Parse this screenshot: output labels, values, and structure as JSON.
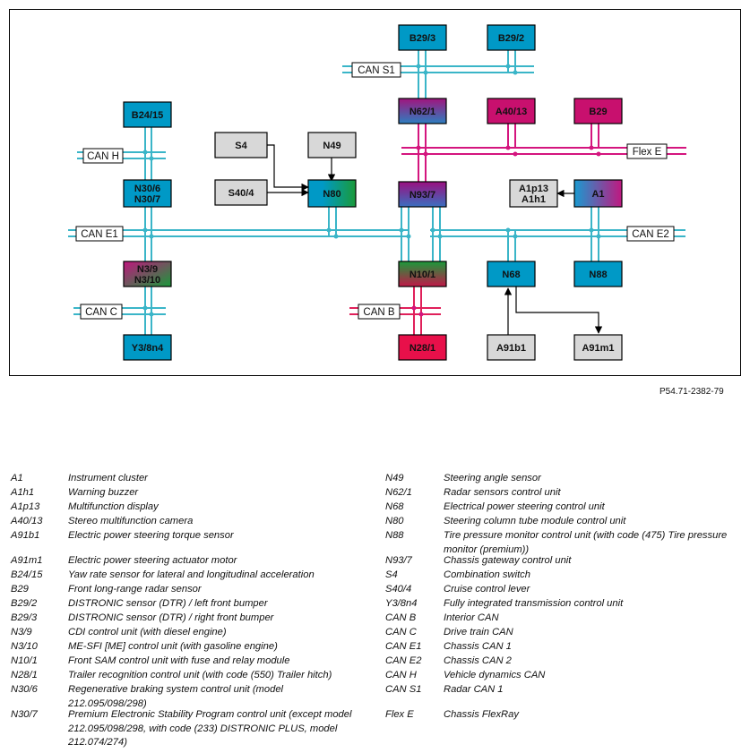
{
  "nodes": {
    "b293": "B29/3",
    "b292": "B29/2",
    "b2415": "B24/15",
    "s4": "S4",
    "n49": "N49",
    "s404": "S40/4",
    "n80": "N80",
    "n306": "N30/6",
    "n307": "N30/7",
    "n621": "N62/1",
    "a4013": "A40/13",
    "b29": "B29",
    "n937": "N93/7",
    "a1p13": "A1p13",
    "a1h1": "A1h1",
    "a1": "A1",
    "n39": "N3/9",
    "n310": "N3/10",
    "n101": "N10/1",
    "n68": "N68",
    "n88": "N88",
    "y38n4": "Y3/8n4",
    "n281": "N28/1",
    "a91b1": "A91b1",
    "a91m1": "A91m1"
  },
  "bus_labels": {
    "can_s1": "CAN S1",
    "can_h": "CAN H",
    "flex_e": "Flex E",
    "can_e1": "CAN E1",
    "can_e2": "CAN E2",
    "can_c": "CAN C",
    "can_b": "CAN B"
  },
  "colors": {
    "can_line": "#3ab5c8",
    "flexray_line": "#d4157e",
    "can_b_line": "#e0205a",
    "box_blue": "#0099c6",
    "box_magenta": "#c8106e",
    "box_red": "#e8104a",
    "box_purple": "#8a2a8c",
    "box_green": "#1a9a3a",
    "box_gray": "#d8d8d8"
  },
  "reference": "P54.71-2382-79",
  "legend_left": [
    {
      "code": "A1",
      "desc": "Instrument cluster"
    },
    {
      "code": "A1h1",
      "desc": "Warning buzzer"
    },
    {
      "code": "A1p13",
      "desc": "Multifunction display"
    },
    {
      "code": "A40/13",
      "desc": "Stereo multifunction camera"
    },
    {
      "code": "A91b1",
      "desc": "Electric power steering torque sensor"
    },
    {
      "code": "A91m1",
      "desc": "Electric power steering actuator motor"
    },
    {
      "code": "B24/15",
      "desc": "Yaw rate sensor for lateral and longitudinal acceleration"
    },
    {
      "code": "B29",
      "desc": "Front long-range radar sensor"
    },
    {
      "code": "B29/2",
      "desc": "DISTRONIC sensor (DTR) / left front bumper"
    },
    {
      "code": "B29/3",
      "desc": "DISTRONIC sensor (DTR) / right front bumper"
    },
    {
      "code": "N3/9",
      "desc": "CDI control unit (with diesel engine)"
    },
    {
      "code": "N3/10",
      "desc": "ME-SFI [ME] control unit (with gasoline engine)"
    },
    {
      "code": "N10/1",
      "desc": "Front SAM control unit with fuse and relay module"
    },
    {
      "code": "N28/1",
      "desc": "Trailer recognition control unit (with code (550) Trailer hitch)"
    },
    {
      "code": "N30/6",
      "desc": "Regenerative braking system control unit (model 212.095/098/298)"
    },
    {
      "code": "N30/7",
      "desc": "Premium Electronic Stability Program control unit (except model 212.095/098/298, with code (233) DISTRONIC PLUS, model 212.074/274)"
    }
  ],
  "legend_right": [
    {
      "code": "N49",
      "desc": "Steering angle sensor"
    },
    {
      "code": "N62/1",
      "desc": "Radar sensors control unit"
    },
    {
      "code": "N68",
      "desc": "Electrical power steering control unit"
    },
    {
      "code": "N80",
      "desc": "Steering column tube module control unit"
    },
    {
      "code": "N88",
      "desc": "Tire pressure monitor control unit (with code (475) Tire pressure monitor (premium))"
    },
    {
      "code": "N93/7",
      "desc": "Chassis gateway control unit"
    },
    {
      "code": "S4",
      "desc": "Combination switch"
    },
    {
      "code": "S40/4",
      "desc": "Cruise control lever"
    },
    {
      "code": "Y3/8n4",
      "desc": "Fully integrated transmission control unit"
    },
    {
      "code": "CAN B",
      "desc": "Interior CAN"
    },
    {
      "code": "CAN C",
      "desc": "Drive train CAN"
    },
    {
      "code": "CAN E1",
      "desc": "Chassis CAN 1"
    },
    {
      "code": "CAN E2",
      "desc": "Chassis CAN 2"
    },
    {
      "code": "CAN H",
      "desc": "Vehicle dynamics CAN"
    },
    {
      "code": "CAN S1",
      "desc": "Radar CAN 1"
    },
    {
      "code": "Flex E",
      "desc": "Chassis FlexRay"
    }
  ]
}
